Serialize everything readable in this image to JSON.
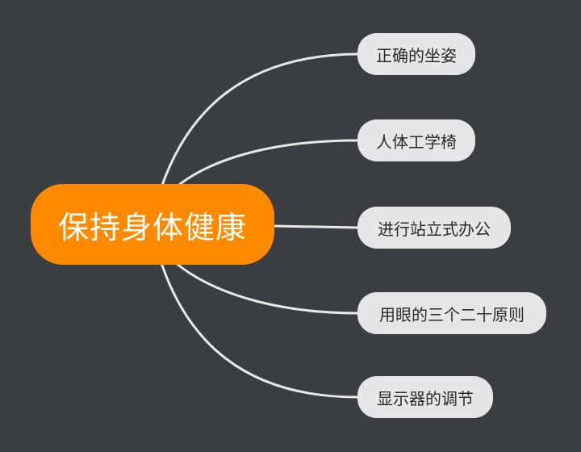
{
  "mindmap": {
    "root": {
      "label": "保持身体健康"
    },
    "branches": [
      {
        "label": "正确的坐姿"
      },
      {
        "label": "人体工学椅"
      },
      {
        "label": "进行站立式办公"
      },
      {
        "label": "用眼的三个二十原则"
      },
      {
        "label": "显示器的调节"
      }
    ]
  },
  "colors": {
    "background": "#3a3d42",
    "root_fill": "#ff8a00",
    "root_text": "#ffffff",
    "branch_fill": "#e6e6e8",
    "branch_text": "#2b2b2b",
    "connector": "#e8e8e8"
  }
}
